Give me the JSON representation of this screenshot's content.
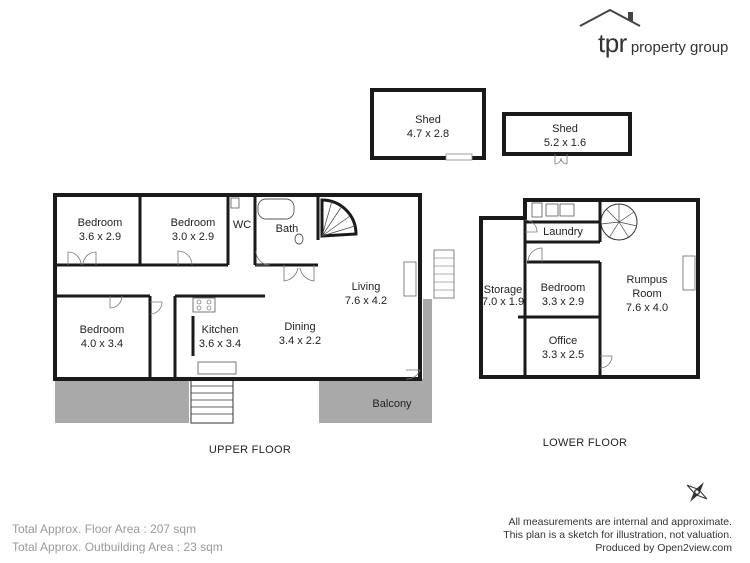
{
  "brand": {
    "name_short": "tpr",
    "name_rest": "property group"
  },
  "floors": {
    "upper_label": "UPPER FLOOR",
    "lower_label": "LOWER FLOOR"
  },
  "rooms": {
    "shed_large": {
      "name": "Shed",
      "size": "4.7 x 2.8"
    },
    "shed_small": {
      "name": "Shed",
      "size": "5.2 x 1.6"
    },
    "bed1": {
      "name": "Bedroom",
      "size": "3.6 x 2.9"
    },
    "bed2": {
      "name": "Bedroom",
      "size": "3.0 x 2.9"
    },
    "wc": {
      "name": "WC"
    },
    "bath": {
      "name": "Bath"
    },
    "bed3": {
      "name": "Bedroom",
      "size": "4.0 x 3.4"
    },
    "kitchen": {
      "name": "Kitchen",
      "size": "3.6 x 3.4"
    },
    "dining": {
      "name": "Dining",
      "size": "3.4 x 2.2"
    },
    "living": {
      "name": "Living",
      "size": "7.6 x 4.2"
    },
    "balcony": {
      "name": "Balcony"
    },
    "laundry": {
      "name": "Laundry"
    },
    "storage": {
      "name": "Storage",
      "size": "7.0 x 1.9"
    },
    "bed_lower": {
      "name": "Bedroom",
      "size": "3.3 x 2.9"
    },
    "office": {
      "name": "Office",
      "size": "3.3 x 2.5"
    },
    "rumpus": {
      "name_line1": "Rumpus",
      "name_line2": "Room",
      "size": "7.6 x 4.0"
    }
  },
  "areas": {
    "floor_area": "Total Approx. Floor Area : 207 sqm",
    "outbuilding_area": "Total Approx. Outbuilding Area : 23 sqm"
  },
  "disclaimer": {
    "line1": "All measurements are internal and approximate.",
    "line2": "This plan is a sketch for illustration, not valuation.",
    "line3": "Produced by Open2view.com"
  },
  "colors": {
    "wall": "#1a1a1a",
    "deck": "#a9a9a9",
    "text": "#222222",
    "muted": "#9a9a9a"
  },
  "icons": [
    "house-roof-icon",
    "compass-icon",
    "stairs-icon",
    "spiral-stair-icon",
    "door-swing-icon"
  ]
}
